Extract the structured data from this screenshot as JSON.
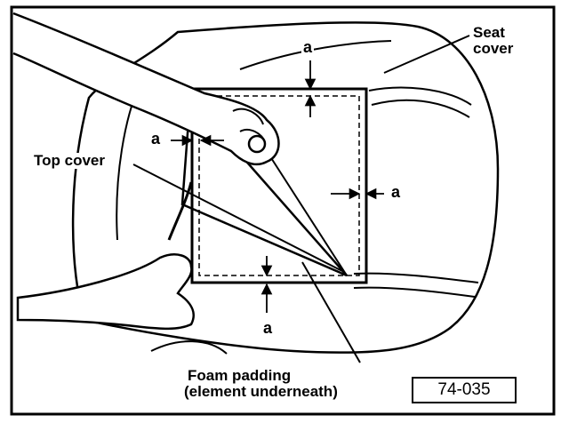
{
  "labels": {
    "seat_cover_1": "Seat",
    "seat_cover_2": "cover",
    "top_cover": "Top cover",
    "foam_1": "Foam padding",
    "foam_2": "(element underneath)",
    "dim_a": "a"
  },
  "figure_number": "74-035",
  "colors": {
    "ink": "#000000",
    "paper": "#ffffff"
  }
}
